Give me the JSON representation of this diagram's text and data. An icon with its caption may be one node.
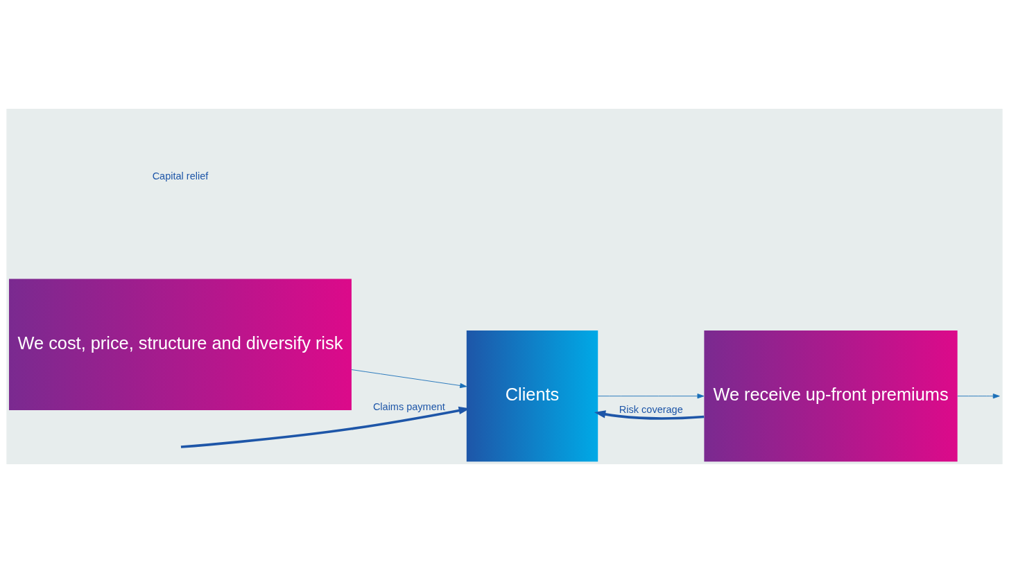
{
  "diagram": {
    "nodes": [
      {
        "text": [
          "We cost, price, structure and diversify risk"
        ]
      },
      {
        "text": [
          "Clients"
        ]
      },
      {
        "text": [
          "We receive up-front premiums"
        ]
      }
    ],
    "edges": [
      {
        "from": 0,
        "to": 1,
        "arrow": "to"
      },
      {
        "from": 1,
        "to": 2,
        "arrow": "to"
      },
      {
        "from": 2,
        "to": null,
        "arrow": "to"
      },
      {
        "from": 2,
        "to": 1,
        "arrow": "to",
        "label": "Risk coverage",
        "style": "thick"
      },
      {
        "from": null,
        "to": 1,
        "arrow": "to",
        "label": "Claims payment",
        "style": "thick"
      }
    ],
    "labels": [
      "Capital relief"
    ]
  }
}
